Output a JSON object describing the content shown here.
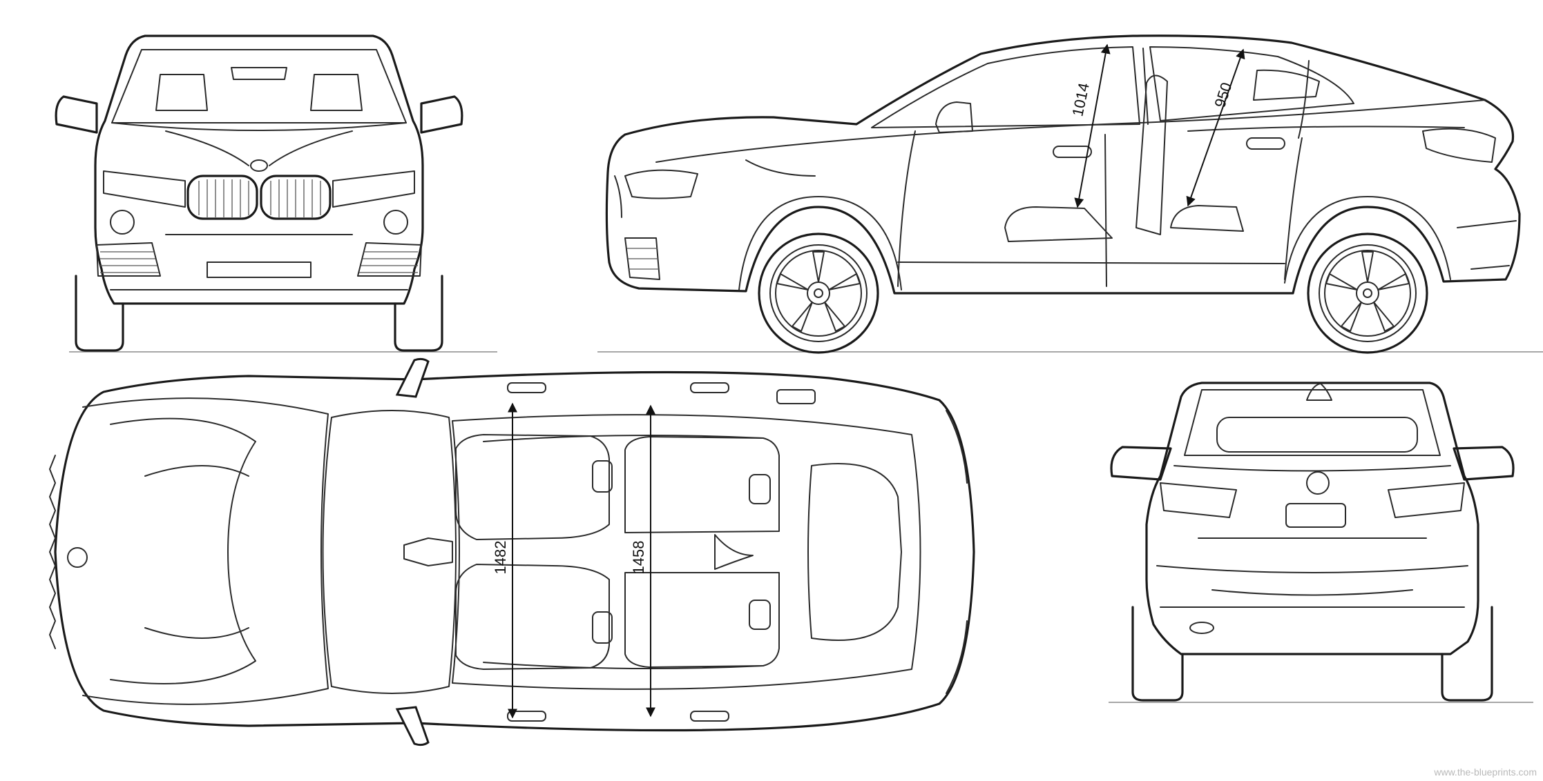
{
  "dimensions": {
    "side_front_headroom": "1014",
    "side_rear_headroom": "950",
    "top_front_width": "1482",
    "top_rear_width": "1458"
  },
  "watermark": "www.the-blueprints.com",
  "colors": {
    "line": "#1a1a1a",
    "ground": "#8a8a8a",
    "background": "#ffffff"
  }
}
